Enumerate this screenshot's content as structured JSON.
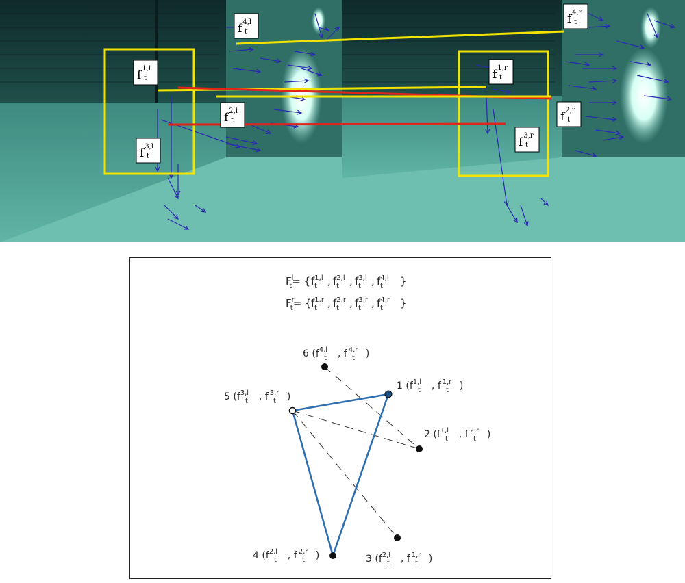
{
  "figure": {
    "top_panel": {
      "description_hidden": "",
      "left_labels": [
        {
          "base": "f",
          "sub": "t",
          "sup": "1,l"
        },
        {
          "base": "f",
          "sub": "t",
          "sup": "2,l"
        },
        {
          "base": "f",
          "sub": "t",
          "sup": "3,l"
        },
        {
          "base": "f",
          "sub": "t",
          "sup": "4,l"
        }
      ],
      "right_labels": [
        {
          "base": "f",
          "sub": "t",
          "sup": "1,r"
        },
        {
          "base": "f",
          "sub": "t",
          "sup": "2,r"
        },
        {
          "base": "f",
          "sub": "t",
          "sup": "3,r"
        },
        {
          "base": "f",
          "sub": "t",
          "sup": "4,r"
        }
      ],
      "colors": {
        "match_yellow": "#f2e400",
        "match_red": "#e0241c",
        "flow_blue": "#2a2ab0",
        "roi_box": "#f2e400"
      }
    },
    "bottom_panel": {
      "set_left": {
        "lhs_base": "F",
        "lhs_sub": "t",
        "lhs_sup": "l",
        "eq": "= {",
        "items": [
          {
            "sup": "1,l",
            "sub": "t"
          },
          {
            "sup": "2,l",
            "sub": "t"
          },
          {
            "sup": "3,l",
            "sub": "t"
          },
          {
            "sup": "4,l",
            "sub": "t"
          }
        ],
        "close": "}"
      },
      "set_right": {
        "lhs_base": "F",
        "lhs_sub": "t",
        "lhs_sup": "r",
        "eq": "= {",
        "items": [
          {
            "sup": "1,r",
            "sub": "t"
          },
          {
            "sup": "2,r",
            "sub": "t"
          },
          {
            "sup": "3,r",
            "sub": "t"
          },
          {
            "sup": "4,r",
            "sub": "t"
          }
        ],
        "close": "}"
      },
      "nodes": [
        {
          "id": "1",
          "num": "1",
          "l_sup": "1,l",
          "r_sup": "1,r"
        },
        {
          "id": "2",
          "num": "2",
          "l_sup": "1,l",
          "r_sup": "2,r"
        },
        {
          "id": "3",
          "num": "3",
          "l_sup": "2,l",
          "r_sup": "1,r"
        },
        {
          "id": "4",
          "num": "4",
          "l_sup": "2,l",
          "r_sup": "2,r"
        },
        {
          "id": "5",
          "num": "5",
          "l_sup": "3,l",
          "r_sup": "3,r"
        },
        {
          "id": "6",
          "num": "6",
          "l_sup": "4,l",
          "r_sup": "4.r"
        }
      ],
      "edges_solid": [
        [
          "5",
          "1"
        ],
        [
          "1",
          "4"
        ],
        [
          "4",
          "5"
        ]
      ],
      "edges_dashed": [
        [
          "6",
          "2"
        ],
        [
          "5",
          "2"
        ],
        [
          "5",
          "3"
        ]
      ],
      "colors": {
        "solid_edge": "#2f6fb0",
        "dashed_edge": "#333333",
        "node": "#111111"
      }
    }
  }
}
